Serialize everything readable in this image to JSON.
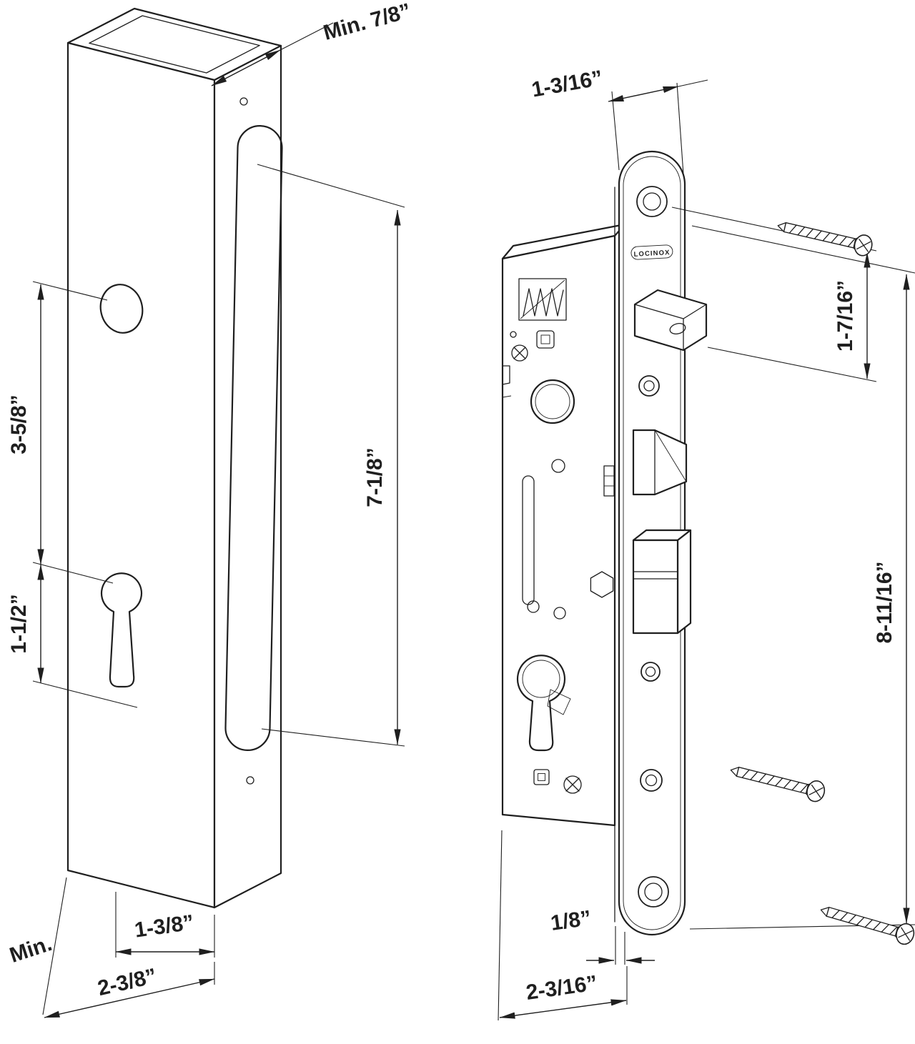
{
  "diagram": {
    "labels": {
      "min_depth": "Min. 7/8”",
      "hole_spacing": "3-5/8”",
      "cylinder_offset": "1-1/2”",
      "slot_height": "7-1/8”",
      "tube_inner_width": "1-3/8”",
      "min_prefix": "Min.",
      "tube_outer_width": "2-3/8”",
      "faceplate_width": "1-3/16”",
      "latch_offset": "1-7/16”",
      "faceplate_height": "8-11/16”",
      "faceplate_thickness": "1/8”",
      "lock_depth": "2-3/16”",
      "brand": "LOCINOX"
    },
    "line_color": "#1f1f1f",
    "background": "#ffffff"
  }
}
